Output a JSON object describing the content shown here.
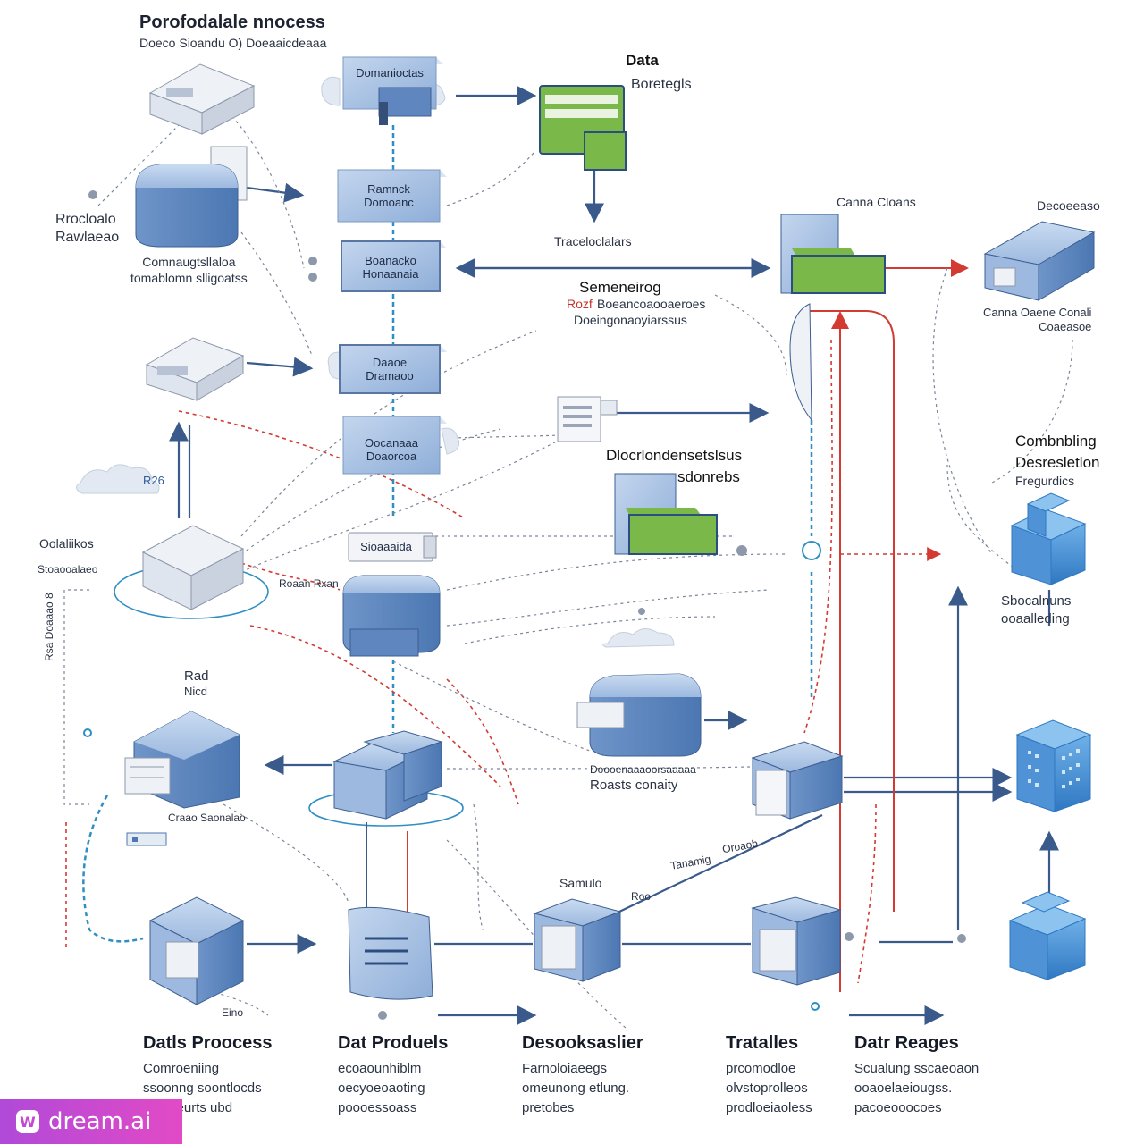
{
  "header": {
    "title": "Porofodalale nnocess",
    "subtitle": "Doeco Sioandu O) Doeaaicdeaaa"
  },
  "labels": {
    "data": "Data",
    "data_sub": "Boretegls",
    "process_boxes": [
      "Domanioctas",
      "Ramnck\nDomoanc",
      "Boanacko\nHonaanaia",
      "Daaoe\nDramaoo",
      "Oocanaaa\nDoaorcoa",
      "Sioaaaida"
    ],
    "left_product": "Rrocloalo\nRawlaeao",
    "left_comp": "Comnaugtsllaloa\ntomablomn slligoatss",
    "tracoloulars": "Traceloclalars",
    "semeneirog": "Semeneirog",
    "semeneirog_red": "Rozf",
    "semeneirog_sub1": "Boeancoaooaeroes",
    "semeneirog_sub2": "Doeingonaoyiarssus",
    "canna_cloans": "Canna Cloans",
    "decoeeaso": "Decoeeaso",
    "canna_bottom": "Canna Oaene Conali\nCoaeasoe",
    "diocondensts": "Dlocrlondensetslsus",
    "sdonreis": "sdonrebs",
    "combing": "Combnbling",
    "deresiction": "Desresletlon",
    "frequirdics": "Fregurdics",
    "sbocaliuns": "Sbocalnuns",
    "oaaaalcing": "ooaalleding",
    "oolalikos": "Oolaliikos",
    "stoaooliaes": "Stoaooalaeo",
    "rod": "Rad",
    "nicd": "Nicd",
    "rroan": "Roaan Rxan",
    "rp46": "R26",
    "side_vert": "Rsa Doaaao 8",
    "crane": "Craao Saonalao",
    "roasts": "Roasts conaity",
    "roasts_top": "Doooenaaaoorsaaaaa",
    "samuo": "Samulo",
    "tanamg": "Tanamig",
    "oroaob": "Oroaob",
    "roo": "Roo",
    "eino": "Eino"
  },
  "bottom_columns": [
    {
      "title": "Datls Proocess",
      "lines": [
        "Comroeniing",
        "ssoonng soontlocds",
        "crnaaeurts ubd"
      ]
    },
    {
      "title": "Dat Produels",
      "lines": [
        "ecoaounhiblm",
        "oecyoeoaoting",
        "poooessoass"
      ]
    },
    {
      "title": "Desooksaslier",
      "lines": [
        "Farnoloiaeegs",
        "omeunong etlung.",
        "pretobes"
      ]
    },
    {
      "title": "Tratalles",
      "lines": [
        "prcomodloe",
        "olvstoprolleos",
        "prodloeiaoless"
      ]
    },
    {
      "title": "Datr Reages",
      "lines": [
        "Scualung sscaeoaon",
        "ooaoelaeiougss.",
        "pacoeooocoes"
      ]
    }
  ],
  "watermark": "dream.ai",
  "colors": {
    "box_blue": "#9fb9dd",
    "server_blue": "#6b95cc",
    "green": "#7ab84a",
    "dashed_blue": "#2f8fc2",
    "red_link": "#d23a32",
    "arrow_navy": "#3a5a8c"
  }
}
